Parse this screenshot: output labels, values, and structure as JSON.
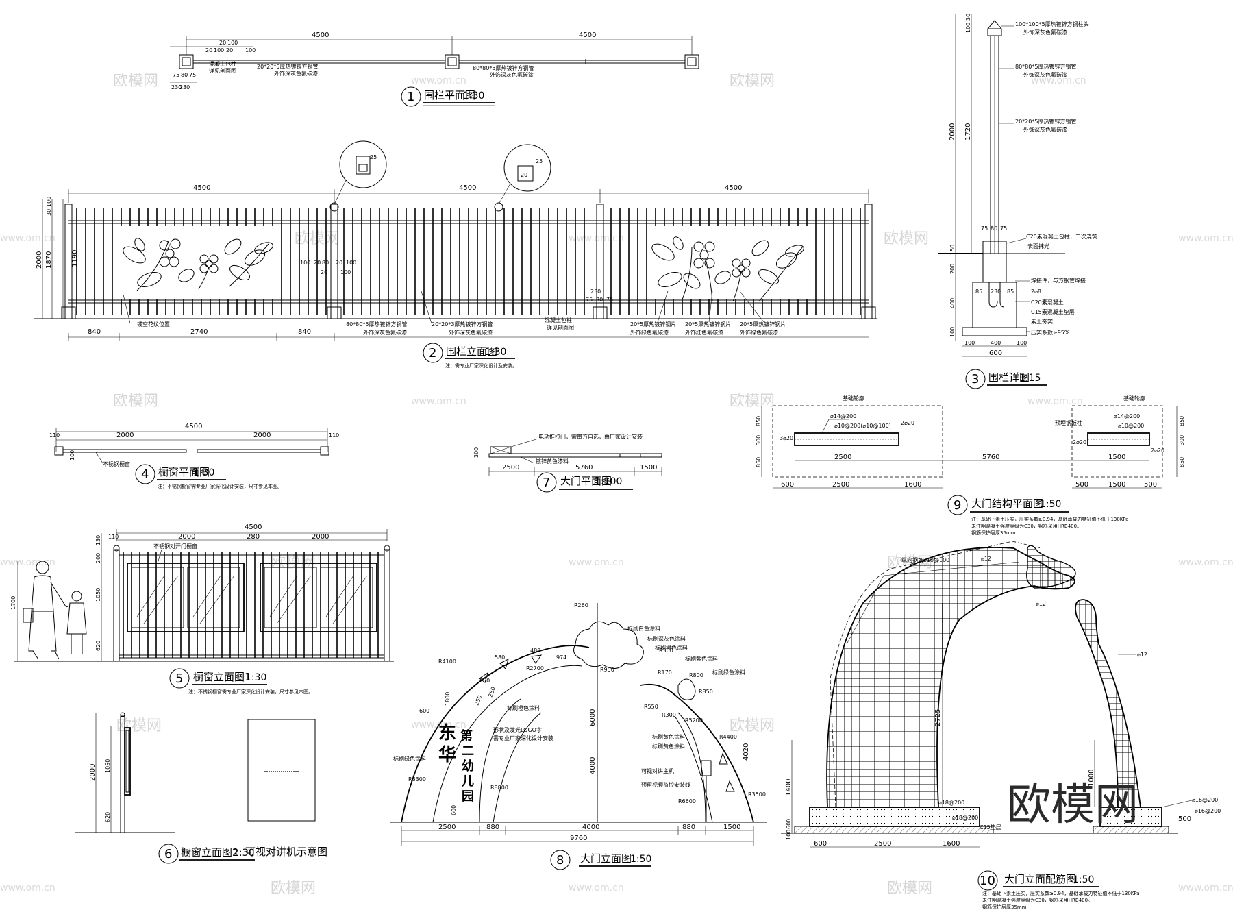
{
  "watermark": {
    "brand": "欧模网",
    "url": "www.om.cn",
    "corner": "欧模网"
  },
  "drawings": {
    "d1": {
      "num": "1",
      "title": "围栏平面图",
      "scale": "1:30",
      "dims": [
        "4500",
        "4500"
      ],
      "notes": [
        "混凝土包柱",
        "详见剖面图",
        "20*20*5厚热镀锌方钢管",
        "外饰深灰色氟碳漆",
        "80*80*5厚热镀锌方钢管",
        "外饰深灰色氟碳漆"
      ],
      "small_dims": [
        "20",
        "100",
        "20",
        "100",
        "20",
        "100",
        "75",
        "80",
        "75",
        "230",
        "230"
      ]
    },
    "d2": {
      "num": "2",
      "title": "围栏立面图",
      "scale": "1:30",
      "note": "注：需专业厂家深化设计及安装。",
      "top_dims": [
        "4500",
        "4500",
        "4500"
      ],
      "bottom_dims": [
        "840",
        "2740",
        "840"
      ],
      "left_dims": [
        "2000",
        "1870",
        "1190",
        "100",
        "30"
      ],
      "detail_dims": [
        "20",
        "25",
        "100",
        "80",
        "20",
        "100",
        "20"
      ],
      "labels": [
        "镂空花纹位置",
        "80*80*5厚热镀锌方钢管",
        "外饰深灰色氟碳漆",
        "20*20*3厚热镀锌方钢管",
        "外饰深灰色氟碳漆",
        "混凝土包柱",
        "详见剖面图",
        "20*5厚热镀锌钢片",
        "外饰绿色氟碳漆",
        "20*5厚热镀锌钢片",
        "外饰红色氟碳漆",
        "20*5厚热镀锌钢片",
        "外饰绿色氟碳漆"
      ],
      "mid_dims": [
        "230",
        "75",
        "80",
        "75"
      ]
    },
    "d3": {
      "num": "3",
      "title": "围栏详图",
      "scale": "1:15",
      "labels": [
        "100*100*5厚热镀锌方钢柱头",
        "外饰深灰色氟碳漆",
        "80*80*5厚热镀锌方钢管",
        "外饰深灰色氟碳漆",
        "20*20*5厚热镀锌方钢管",
        "外饰深灰色氟碳漆",
        "C20素混凝土包柱，二次浇筑",
        "表面抹光",
        "焊接件，与方钢管焊接",
        "2⌀8",
        "C20素混凝土",
        "C15素混凝土垫层",
        "素土夯实",
        "压实系数≥95%"
      ],
      "dims": [
        "30",
        "100",
        "2000",
        "1720",
        "150",
        "200",
        "400",
        "100",
        "75",
        "80",
        "75",
        "85",
        "230",
        "85",
        "100",
        "400",
        "100",
        "600"
      ]
    },
    "d4": {
      "num": "4",
      "title": "橱窗平面图",
      "scale": "1:30",
      "dims": [
        "4500",
        "2000",
        "2000",
        "110",
        "110",
        "100"
      ],
      "label": "不锈钢橱窗",
      "note": "注：不锈钢橱窗需专业厂家深化设计安装，尺寸参见本图。"
    },
    "d5": {
      "num": "5",
      "title": "橱窗立面图1",
      "scale": "1:30",
      "dims": [
        "4500",
        "2000",
        "280",
        "2000",
        "110",
        "130",
        "200",
        "1050",
        "620",
        "1700"
      ],
      "label": "不锈钢对开门橱窗",
      "note": "注：不锈钢橱窗需专业厂家深化设计安装，尺寸参见本图。"
    },
    "d6": {
      "num": "6",
      "title": "橱窗立面图2",
      "scale": "1:30",
      "dims": [
        "2000",
        "1050",
        "620"
      ]
    },
    "d6b": {
      "title": "可视对讲机示意图"
    },
    "d7": {
      "num": "7",
      "title": "大门平面图",
      "scale": "1:100",
      "dims": [
        "2500",
        "5760",
        "1500",
        "300"
      ],
      "labels": [
        "电动推拉门，需审方自选，由厂家设计安装",
        "镀锌黄色漆料"
      ]
    },
    "d8": {
      "num": "8",
      "title": "大门立面图",
      "scale": "1:50",
      "sign": [
        "东",
        "华",
        "第",
        "二",
        "幼",
        "儿",
        "园"
      ],
      "labels": [
        "标刷白色涂料",
        "标刷深灰色涂料",
        "标刷橙色涂料",
        "标刷紫色涂料",
        "标刷绿色涂料",
        "标刷黄色涂料",
        "标刷黄色涂料",
        "形状及发光LOGO字",
        "需专业厂家深化设计安装",
        "可视对讲主机",
        "预留视频监控安装线"
      ],
      "radii": [
        "R260",
        "R4100",
        "R2700",
        "R950",
        "R300",
        "R850",
        "R550",
        "R300",
        "R5200",
        "R4400",
        "R6300",
        "R8800",
        "R6600",
        "R3500",
        "R800",
        "R170"
      ],
      "dims": [
        "480",
        "580",
        "974",
        "250",
        "250",
        "250",
        "1800",
        "600",
        "6000",
        "4000",
        "4020",
        "600",
        "2500",
        "880",
        "4000",
        "880",
        "1500",
        "9760"
      ]
    },
    "d9": {
      "num": "9",
      "title": "大门结构平面图",
      "scale": "1:50",
      "labels": [
        "基础轮廓",
        "⌀14@200",
        "⌀10@200(⌀10@100)",
        "2⌀20",
        "3⌀20",
        "基础轮廓",
        "预埋钢板柱",
        "⌀14@200",
        "⌀10@200",
        "2⌀20",
        "2⌀20"
      ],
      "dims": [
        "850",
        "300",
        "850",
        "2500",
        "5760",
        "1500",
        "600",
        "2500",
        "1600",
        "500",
        "1500",
        "500",
        "850",
        "300",
        "850"
      ],
      "note": [
        "注：基础下素土压实，压实系数≥0.94，基础承载力特征值不低于130KPa",
        "未注明混凝土强度等级为C30，钢筋采用HRB400。",
        "钢筋保护层厚35mm"
      ]
    },
    "d10": {
      "num": "10",
      "title": "大门立面配筋图",
      "scale": "1:50",
      "labels": [
        "纵向钢筋⌀10@100",
        "⌀12",
        "⌀12",
        "⌀12",
        "⌀18@200",
        "⌀18@200",
        "C15垫层",
        "⌀16@200",
        "⌀16@200"
      ],
      "dims": [
        "2725",
        "1000",
        "1400",
        "600",
        "100",
        "600",
        "2500",
        "1600",
        "500"
      ],
      "note": [
        "注：基础下素土压实，压实系数≥0.94，基础承载力特征值不低于130KPa",
        "未注明混凝土强度等级为C30，钢筋采用HRB400。",
        "钢筋保护层厚35mm"
      ]
    }
  }
}
